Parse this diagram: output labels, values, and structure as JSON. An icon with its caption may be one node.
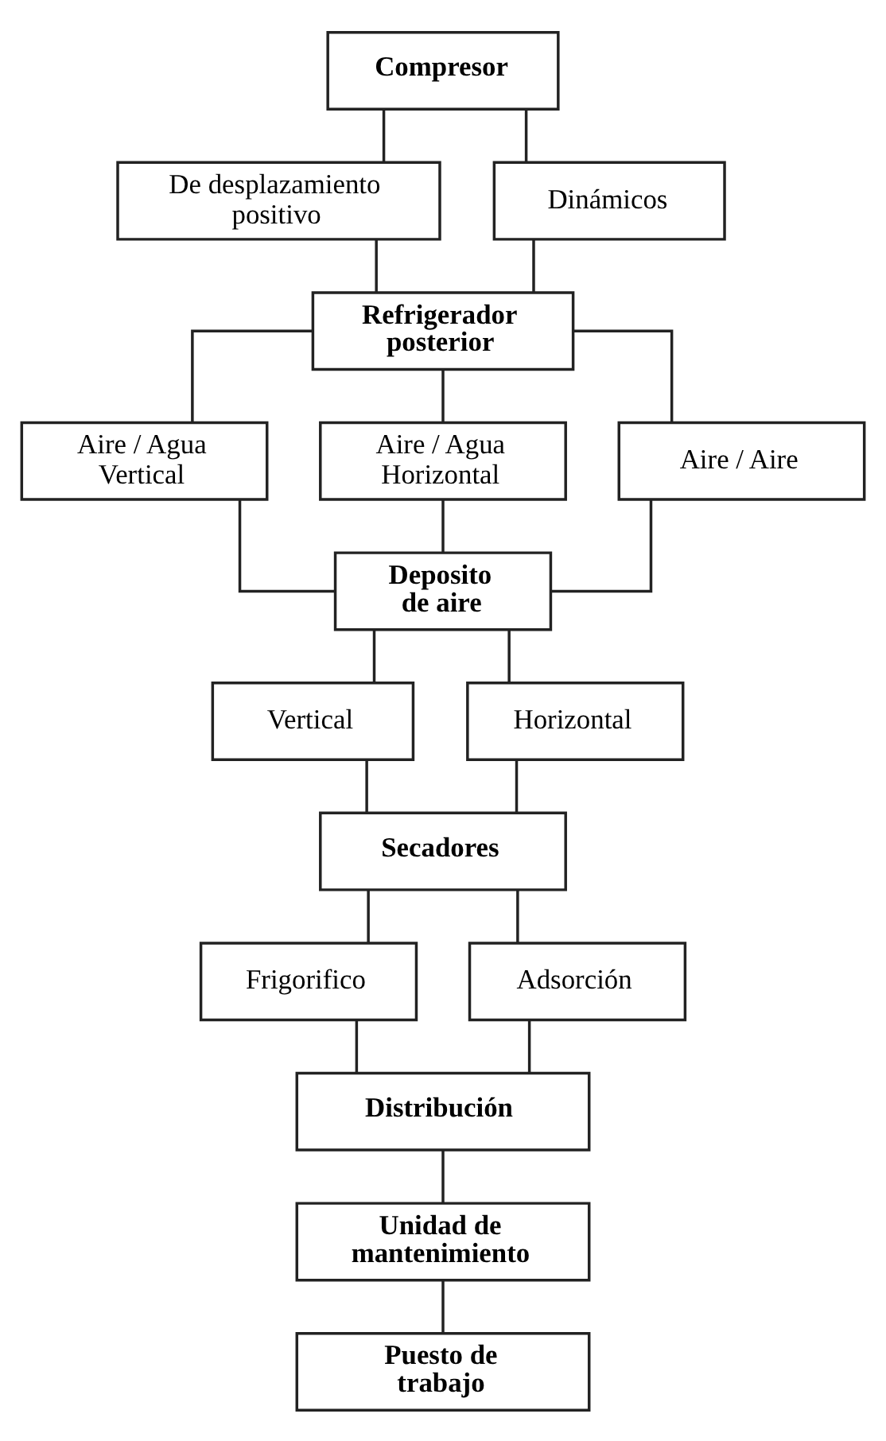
{
  "diagram": {
    "nodes": [
      {
        "text": [
          "Compresor"
        ]
      },
      {
        "text": [
          "De desplazamiento positivo"
        ]
      },
      {
        "text": [
          "Dinámicos"
        ]
      },
      {
        "text": [
          "Refrigerador posterior"
        ]
      },
      {
        "text": [
          "Aire / Agua Vertical"
        ]
      },
      {
        "text": [
          "Aire / Agua Horizontal"
        ]
      },
      {
        "text": [
          "Aire / Aire"
        ]
      },
      {
        "text": [
          "Deposito de aire"
        ]
      },
      {
        "text": [
          "Vertical"
        ]
      },
      {
        "text": [
          "Horizontal"
        ]
      },
      {
        "text": [
          "Secadores"
        ]
      },
      {
        "text": [
          "Frigorifico"
        ]
      },
      {
        "text": [
          "Adsorción"
        ]
      },
      {
        "text": [
          "Distribución"
        ]
      },
      {
        "text": [
          "Unidad de mantenimiento"
        ]
      },
      {
        "text": [
          "Puesto de trabajo"
        ]
      }
    ],
    "edges": [
      {
        "from": 0,
        "to": 1,
        "arrow": "none"
      },
      {
        "from": 0,
        "to": 2,
        "arrow": "none"
      },
      {
        "from": 1,
        "to": 3,
        "arrow": "none"
      },
      {
        "from": 2,
        "to": 3,
        "arrow": "none"
      },
      {
        "from": 3,
        "to": 4,
        "arrow": "none"
      },
      {
        "from": 3,
        "to": 5,
        "arrow": "none"
      },
      {
        "from": 3,
        "to": 6,
        "arrow": "none"
      },
      {
        "from": 4,
        "to": 7,
        "arrow": "none"
      },
      {
        "from": 5,
        "to": 7,
        "arrow": "none"
      },
      {
        "from": 6,
        "to": 7,
        "arrow": "none"
      },
      {
        "from": 7,
        "to": 8,
        "arrow": "none"
      },
      {
        "from": 7,
        "to": 9,
        "arrow": "none"
      },
      {
        "from": 8,
        "to": 10,
        "arrow": "none"
      },
      {
        "from": 9,
        "to": 10,
        "arrow": "none"
      },
      {
        "from": 10,
        "to": 11,
        "arrow": "none"
      },
      {
        "from": 10,
        "to": 12,
        "arrow": "none"
      },
      {
        "from": 11,
        "to": 13,
        "arrow": "none"
      },
      {
        "from": 12,
        "to": 13,
        "arrow": "none"
      },
      {
        "from": 13,
        "to": 14,
        "arrow": "none"
      },
      {
        "from": 14,
        "to": 15,
        "arrow": "none"
      }
    ]
  }
}
